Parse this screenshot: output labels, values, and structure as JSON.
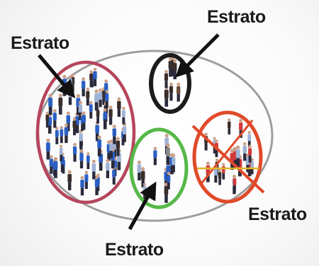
{
  "diagram": {
    "labels": {
      "left": "Estrato",
      "top": "Estrato",
      "bottom": "Estrato",
      "right": "Estrato"
    },
    "colors": {
      "population_ring": "#9e9e9e",
      "stratum_left": "#b5455c",
      "stratum_top": "#1c1c1c",
      "stratum_bottom": "#56b848",
      "stratum_right": "#e04a2a",
      "people_blue": "#2a5fc4",
      "people_dark": "#3a2e2a",
      "people_red": "#d23a3a",
      "people_light": "#9fb3d6",
      "arrow": "#111111"
    },
    "icons": [
      "people-crowd-icon",
      "cross-mark-icon",
      "arrow-icon"
    ]
  }
}
